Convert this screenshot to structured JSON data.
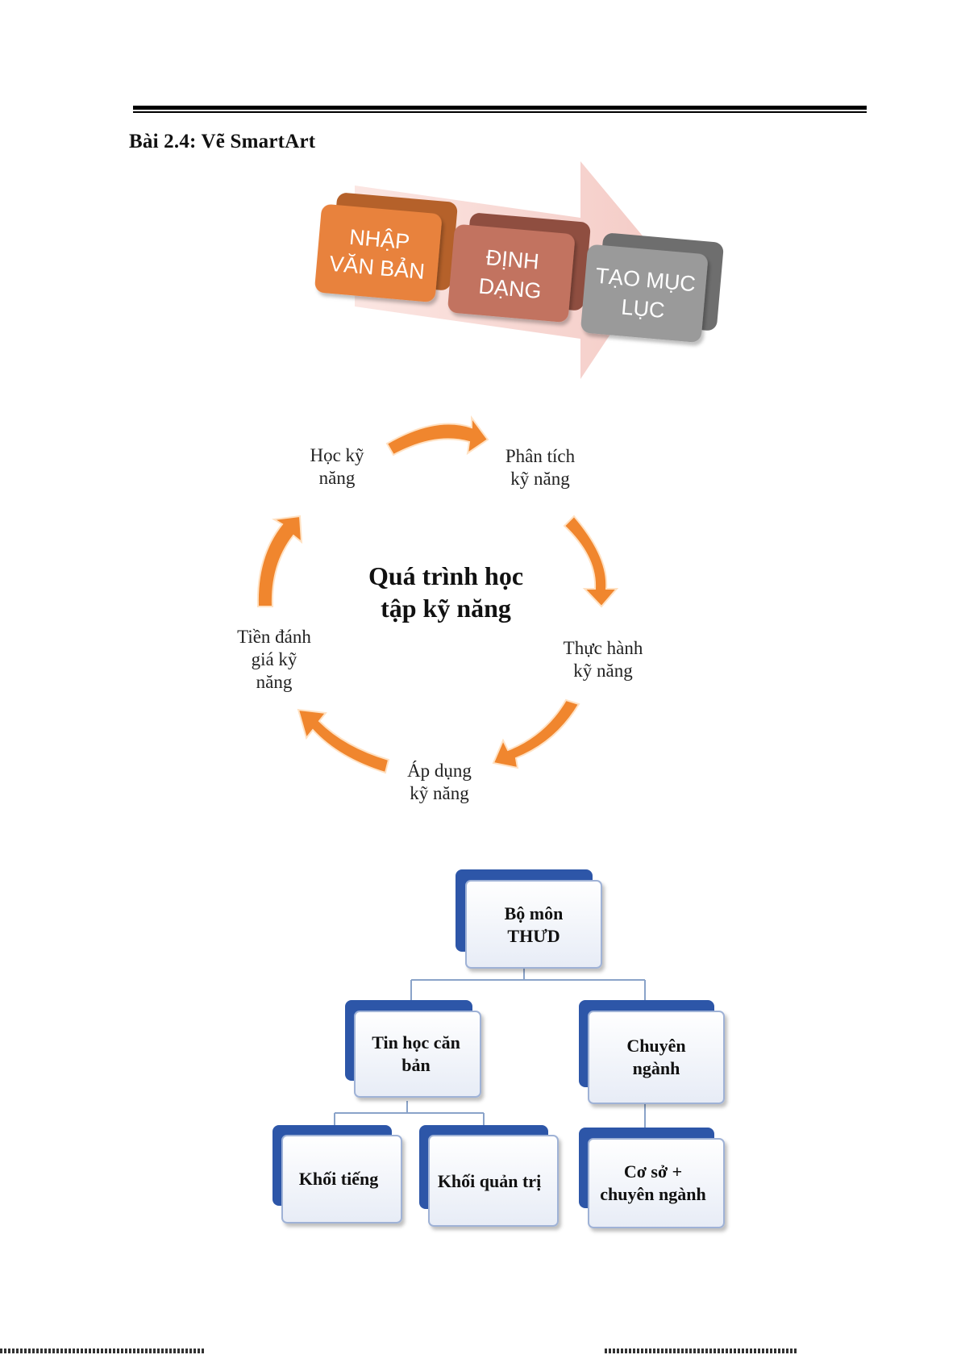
{
  "heading": "Bài 2.4: Vẽ SmartArt",
  "process": {
    "steps": [
      {
        "line1": "NHẬP",
        "line2": "VĂN BẢN",
        "color": "#E8823E"
      },
      {
        "line1": "ĐỊNH",
        "line2": "DẠNG",
        "color": "#C27360"
      },
      {
        "line1": "TẠO MỤC",
        "line2": "LỤC",
        "color": "#9A9A9A"
      }
    ],
    "arrow_color": "#F6D1CC"
  },
  "cycle": {
    "center_line1": "Quá trình học",
    "center_line2": "tập kỹ năng",
    "arrow_color": "#F0862E",
    "nodes": [
      {
        "lines": [
          "Học kỹ",
          "năng"
        ]
      },
      {
        "lines": [
          "Phân tích",
          "kỹ năng"
        ]
      },
      {
        "lines": [
          "Thực hành",
          "kỹ năng"
        ]
      },
      {
        "lines": [
          "Áp dụng",
          "kỹ năng"
        ]
      },
      {
        "lines": [
          "Tiền đánh",
          "giá kỹ",
          "năng"
        ]
      }
    ]
  },
  "org": {
    "frame_color": "#2D56A8",
    "root": {
      "line1": "Bộ môn",
      "line2": "THƯD"
    },
    "left": {
      "line1": "Tin học căn",
      "line2": "bản"
    },
    "right": {
      "line1": "Chuyên",
      "line2": "ngành"
    },
    "left_child1": {
      "line1": "Khối tiếng"
    },
    "left_child2": {
      "line1": "Khối quản trị"
    },
    "right_child": {
      "line1": "Cơ sở +",
      "line2": "chuyên ngành"
    }
  }
}
